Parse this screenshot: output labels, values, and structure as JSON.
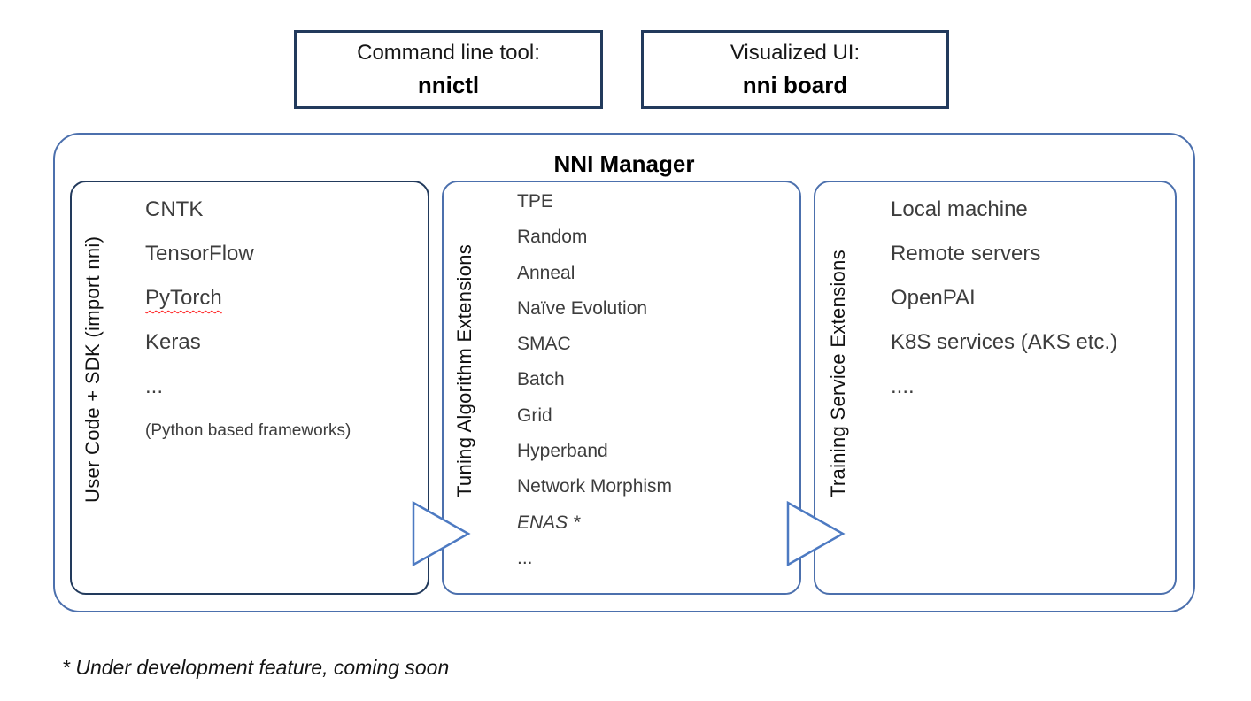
{
  "top_boxes": {
    "cli": {
      "line1": "Command line tool:",
      "line2": "nnictl"
    },
    "ui": {
      "line1": "Visualized UI:",
      "line2": "nni board"
    }
  },
  "manager": {
    "title": "NNI Manager",
    "panels": [
      {
        "label": "User Code + SDK (import nni)",
        "items": [
          {
            "text": "CNTK"
          },
          {
            "text": "TensorFlow"
          },
          {
            "text": "PyTorch",
            "style": "spellcheck"
          },
          {
            "text": "Keras"
          },
          {
            "text": "..."
          },
          {
            "text": "(Python based frameworks)",
            "style": "small"
          }
        ]
      },
      {
        "label": "Tuning Algorithm Extensions",
        "items": [
          {
            "text": "TPE"
          },
          {
            "text": "Random"
          },
          {
            "text": "Anneal"
          },
          {
            "text": "Naïve Evolution"
          },
          {
            "text": "SMAC"
          },
          {
            "text": "Batch"
          },
          {
            "text": "Grid"
          },
          {
            "text": "Hyperband"
          },
          {
            "text": "Network Morphism"
          },
          {
            "text": "ENAS *",
            "style": "italic"
          },
          {
            "text": "..."
          }
        ]
      },
      {
        "label": "Training Service Extensions",
        "items": [
          {
            "text": "Local machine"
          },
          {
            "text": "Remote servers"
          },
          {
            "text": "OpenPAI"
          },
          {
            "text": "K8S services (AKS etc.)"
          },
          {
            "text": "...."
          }
        ]
      }
    ]
  },
  "footnote": "* Under development feature, coming soon",
  "colors": {
    "dark_border": "#223a5c",
    "blue_border": "#4c70ad",
    "arrow_blue": "#4d7ac2",
    "spell_red": "#ff1a1a",
    "text_dark": "#1a1a1a",
    "text_item": "#3d3d3d"
  }
}
